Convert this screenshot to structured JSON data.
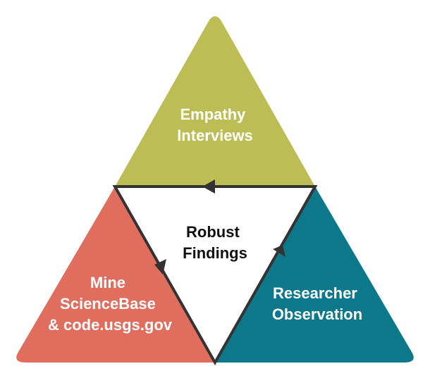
{
  "diagram": {
    "top_node": {
      "lines": [
        "Empathy",
        "Interviews"
      ],
      "color": "#bdbd55"
    },
    "left_node": {
      "lines": [
        "Mine",
        "ScienceBase",
        "& code.usgs.gov"
      ],
      "color": "#e06e5f"
    },
    "right_node": {
      "lines": [
        "Researcher",
        "Observation"
      ],
      "color": "#0d7889"
    },
    "center_node": {
      "lines": [
        "Robust",
        "Findings"
      ],
      "color": "#ffffff"
    },
    "cycle_arrow_color": "#333333"
  }
}
